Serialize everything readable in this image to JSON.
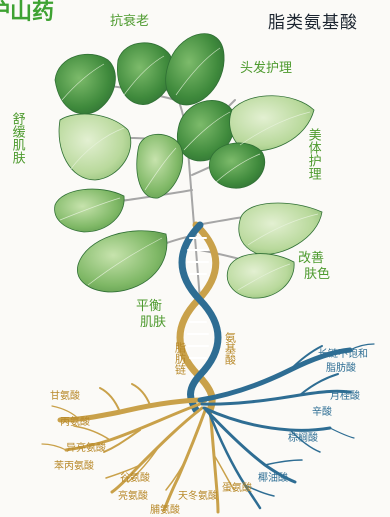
{
  "header": {
    "main_title": "脂类氨基酸",
    "corner_title": "护山药"
  },
  "leaf_labels": {
    "anti_aging": "抗衰老",
    "hair_care": "头发护理",
    "soothing_skin": "舒缓肌肤",
    "body_care": "美体护理",
    "improve_skin_tone_1": "改善",
    "improve_skin_tone_2": "肤色",
    "balance_skin_1": "平衡",
    "balance_skin_2": "肌肤"
  },
  "helix_labels": {
    "fatty_chain": "脂肪链",
    "amino_acid": "氨基酸"
  },
  "roots_left": [
    "甘氨酸",
    "丙氨酸",
    "异亮氨酸",
    "苯丙氨酸",
    "谷氨酸",
    "亮氨酸",
    "天冬氨酸",
    "脯氨酸",
    "蛋氨酸"
  ],
  "roots_right": {
    "long_chain_1": "长链不饱和",
    "long_chain_2": "脂肪酸",
    "lauric": "月桂酸",
    "caprylic": "辛酸",
    "palmitic": "棕榈酸",
    "coconut": "椰油酸"
  },
  "colors": {
    "leaf_dark": "#3f8a3c",
    "leaf_mid": "#6aae5a",
    "leaf_light": "#a9d08e",
    "helix_gold": "#c9a14a",
    "helix_blue": "#2e6d93",
    "label_green": "#4d9a2e",
    "root_gold": "#b8892a",
    "root_blue": "#2f6f95"
  }
}
